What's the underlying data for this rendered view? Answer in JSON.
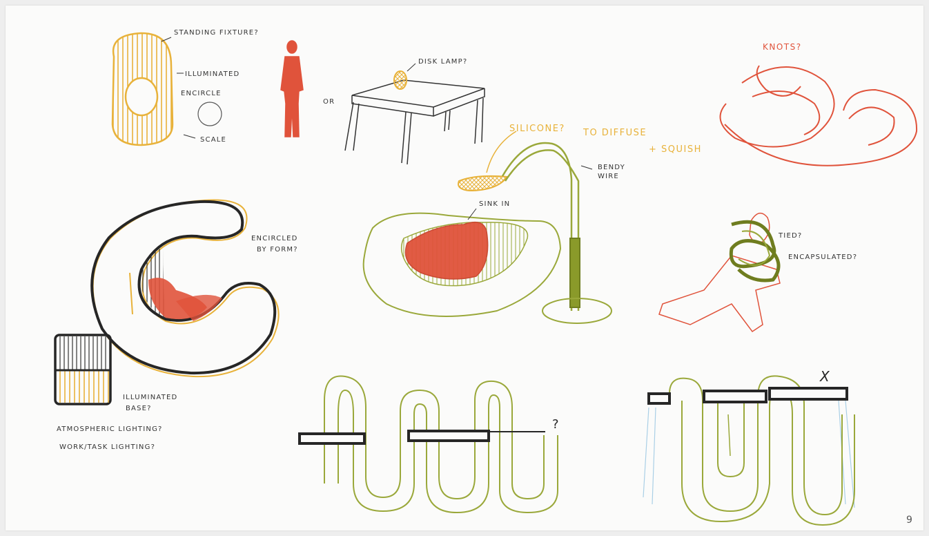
{
  "colors": {
    "paper": "#fbfbfa",
    "yellow": "#e8b23a",
    "red": "#e0533b",
    "olive": "#9aa83a",
    "black": "#262626",
    "blue": "#a9cfe6"
  },
  "labels": {
    "standing_fixture": "STANDING FIXTURE?",
    "illuminated": "ILLUMINATED",
    "encircle": "ENCIRCLE",
    "scale": "SCALE",
    "or": "OR",
    "disk_lamp": "DISK LAMP?",
    "knots": "KNOTS?",
    "silicone": "SILICONE?",
    "to_diffuse": "TO DIFFUSE",
    "squish": "+ SQUISH",
    "bendy_wire_1": "BENDY",
    "bendy_wire_2": "WIRE",
    "sink_in": "SINK IN",
    "encircled_1": "ENCIRCLED",
    "encircled_2": "BY FORM?",
    "tied": "TIED?",
    "encapsulated": "ENCAPSULATED?",
    "illuminated_base_1": "ILLUMINATED",
    "illuminated_base_2": "BASE?",
    "atmospheric": "ATMOSPHERIC LIGHTING?",
    "work_task": "WORK/TASK LIGHTING?",
    "question_mark": "?",
    "x_mark": "X",
    "page_number": "9"
  }
}
